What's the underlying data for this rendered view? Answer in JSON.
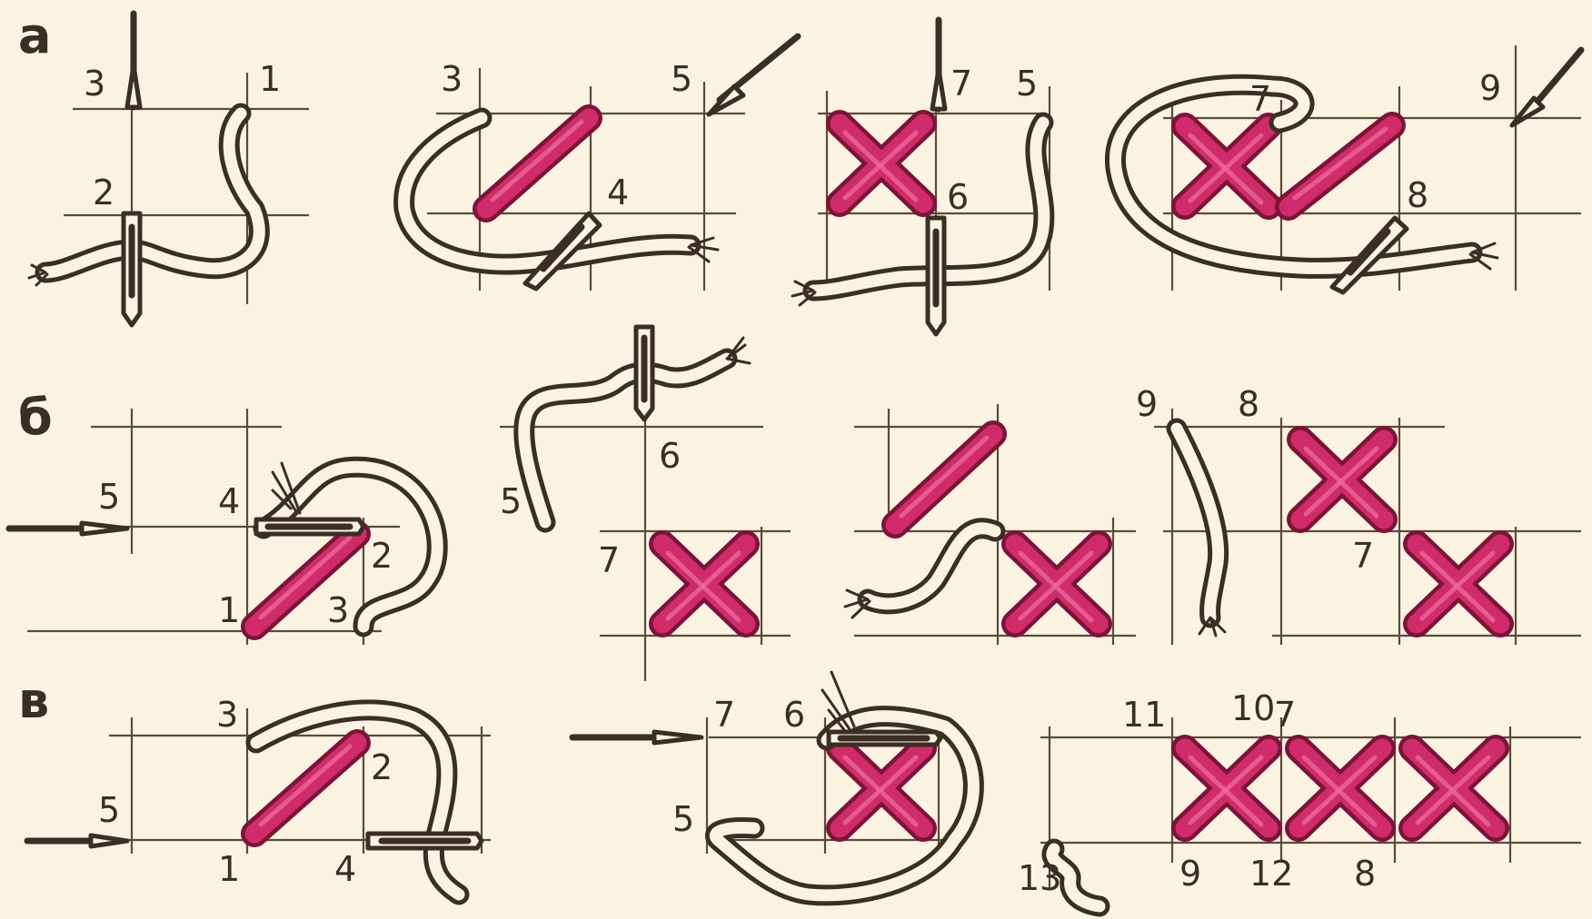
{
  "rows": {
    "a": {
      "letter": "а",
      "panel1": {
        "n3": "3",
        "n1": "1",
        "n2": "2"
      },
      "panel2": {
        "n3": "3",
        "n5": "5",
        "n4": "4"
      },
      "panel3": {
        "n7": "7",
        "n5": "5",
        "n6": "6"
      },
      "panel4": {
        "n7": "7",
        "n9": "9",
        "n8": "8"
      }
    },
    "b": {
      "letter": "б",
      "panel1": {
        "n5": "5",
        "n4": "4",
        "n2": "2",
        "n1": "1",
        "n3": "3"
      },
      "panel2": {
        "n6": "6",
        "n5": "5",
        "n7": "7"
      },
      "panel4": {
        "n9": "9",
        "n8": "8",
        "n7": "7"
      }
    },
    "c": {
      "letter": "в",
      "panel1": {
        "n3": "3",
        "n2": "2",
        "n5": "5",
        "n1": "1",
        "n4": "4"
      },
      "panel2": {
        "n7": "7",
        "n6": "6",
        "n5": "5"
      },
      "panel3": {
        "n11": "11",
        "n10": "10",
        "n7": "7",
        "n9": "9",
        "n12": "12",
        "n8": "8",
        "n13": "13"
      }
    }
  },
  "colors": {
    "background": "#fbf3e2",
    "ink": "#3b2e25",
    "stitch": "#cf2c69"
  },
  "icons": [
    "needle-icon",
    "thread-icon",
    "cross-stitch-icon"
  ]
}
